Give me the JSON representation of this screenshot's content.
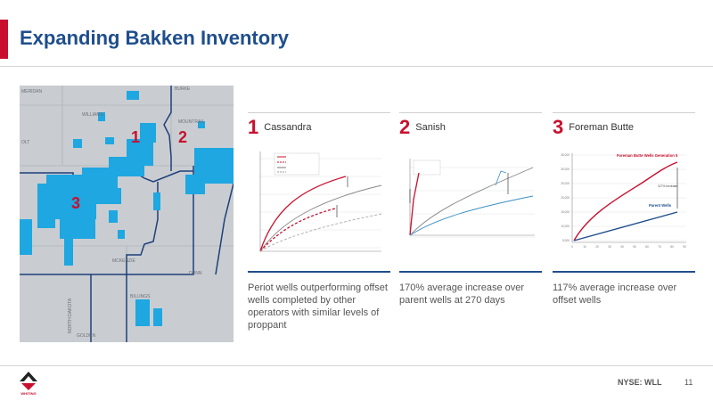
{
  "slide": {
    "title": "Expanding Bakken Inventory",
    "accent_color": "#c8102e",
    "title_color": "#1f4e8c",
    "page_number": "11",
    "ticker": "NYSE: WLL",
    "logo_text": "WHITING"
  },
  "map": {
    "county_labels": [
      "MERIDAN",
      "BURKE",
      "WILLIAMS",
      "MOUNTRAIL",
      "MCKENZIE",
      "DUNN",
      "BILLINGS",
      "GOLDEN",
      "NORTH DAKOTA",
      "OLT"
    ],
    "area_markers": [
      "1",
      "2",
      "3"
    ],
    "well_color": "#1ea7e1",
    "boundary_color": "#1f3f7a"
  },
  "panels": [
    {
      "number": "1",
      "name": "Cassandra",
      "description": "Periot wells outperforming offset wells completed by other operators with similar levels of proppant",
      "chart_icon": "cassandra-cumulative-production-chart"
    },
    {
      "number": "2",
      "name": "Sanish",
      "description": "170% average increase over parent wells at 270 days",
      "chart_icon": "sanish-production-chart"
    },
    {
      "number": "3",
      "name": "Foreman Butte",
      "description": "117% average increase over offset wells",
      "chart": {
        "series_labels": [
          "Foreman Butte Wells Generation 5",
          "Parent Wells"
        ],
        "annotation": "117% increase",
        "y_ticks": [
          "35,000",
          "30,000",
          "25,000",
          "20,000",
          "15,000",
          "10,000",
          "5,000",
          "0"
        ],
        "x_ticks": [
          "0",
          "10",
          "20",
          "30",
          "40",
          "50",
          "60",
          "70",
          "80",
          "90"
        ]
      }
    }
  ]
}
